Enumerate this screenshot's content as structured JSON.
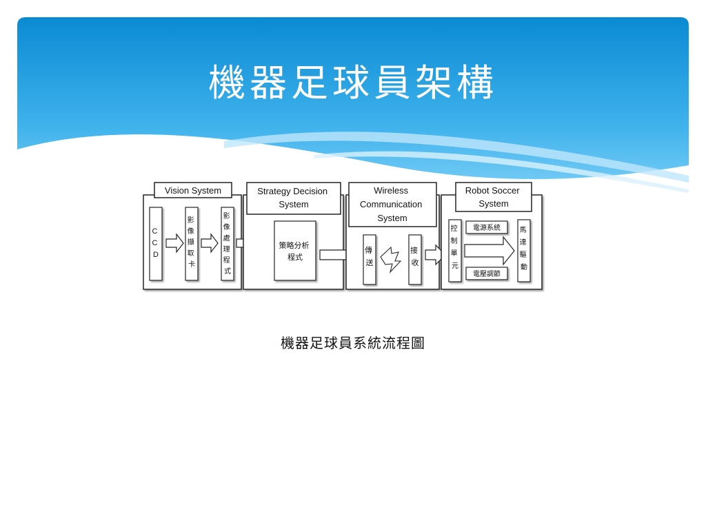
{
  "slide": {
    "title": "機器足球員架構",
    "caption": "機器足球員系統流程圖"
  },
  "diagram": {
    "sections": {
      "vision": "Vision System",
      "strategy_line1": "Strategy Decision",
      "strategy_line2": "System",
      "wireless_line1": "Wireless",
      "wireless_line2": "Communication",
      "wireless_line3": "System",
      "robot_line1": "Robot Soccer",
      "robot_line2": "System"
    },
    "blocks": {
      "ccd": [
        "C",
        "C",
        "D"
      ],
      "capture_card": [
        "影",
        "像",
        "擷",
        "取",
        "卡"
      ],
      "image_processing": [
        "影",
        "像",
        "處",
        "理",
        "程",
        "式"
      ],
      "strategy_line1": "策略分析",
      "strategy_line2": "程式",
      "transmit": [
        "傳",
        "送"
      ],
      "receive": [
        "接",
        "收"
      ],
      "control_unit": [
        "控",
        "制",
        "單",
        "元"
      ],
      "power_system": "電源系統",
      "voltage_regulator": "電壓調節",
      "motor_drive": [
        "馬",
        "達",
        "驅",
        "動"
      ]
    },
    "colors": {
      "header_top": "#0d8fd6",
      "header_bottom": "#5cc0f2",
      "wave_light": "#bfe6fb"
    }
  }
}
